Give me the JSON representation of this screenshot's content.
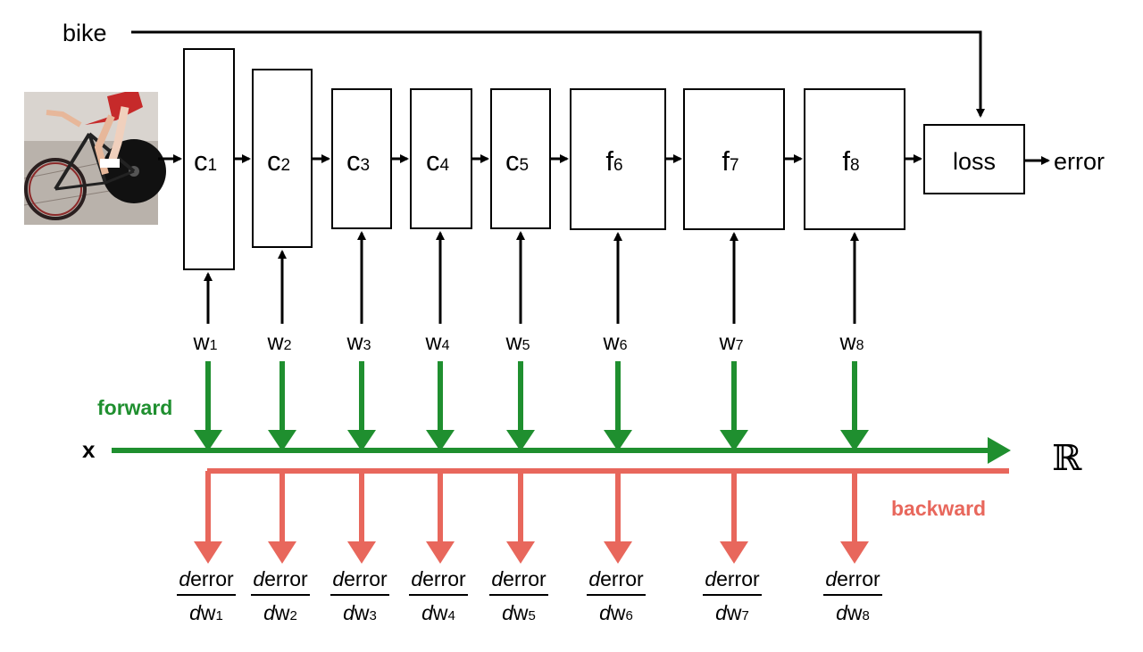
{
  "label_top": "bike",
  "output": "error",
  "colors": {
    "forward": "#1f8f2f",
    "backward": "#e8675c",
    "black": "#000000"
  },
  "layers": [
    {
      "letter": "c",
      "sub": "1"
    },
    {
      "letter": "c",
      "sub": "2"
    },
    {
      "letter": "c",
      "sub": "3"
    },
    {
      "letter": "c",
      "sub": "4"
    },
    {
      "letter": "c",
      "sub": "5"
    },
    {
      "letter": "f",
      "sub": "6"
    },
    {
      "letter": "f",
      "sub": "7"
    },
    {
      "letter": "f",
      "sub": "8"
    }
  ],
  "loss": "loss",
  "weights": [
    {
      "letter": "w",
      "sub": "1"
    },
    {
      "letter": "w",
      "sub": "2"
    },
    {
      "letter": "w",
      "sub": "3"
    },
    {
      "letter": "w",
      "sub": "4"
    },
    {
      "letter": "w",
      "sub": "5"
    },
    {
      "letter": "w",
      "sub": "6"
    },
    {
      "letter": "w",
      "sub": "7"
    },
    {
      "letter": "w",
      "sub": "8"
    }
  ],
  "forward_label": "forward",
  "backward_label": "backward",
  "x_label": "x",
  "reals_label": "ℝ",
  "gradients": [
    {
      "num_d": "d",
      "num_rest": "error",
      "den_d": "d",
      "den_w": "w",
      "sub": "1"
    },
    {
      "num_d": "d",
      "num_rest": "error",
      "den_d": "d",
      "den_w": "w",
      "sub": "2"
    },
    {
      "num_d": "d",
      "num_rest": "error",
      "den_d": "d",
      "den_w": "w",
      "sub": "3"
    },
    {
      "num_d": "d",
      "num_rest": "error",
      "den_d": "d",
      "den_w": "w",
      "sub": "4"
    },
    {
      "num_d": "d",
      "num_rest": "error",
      "den_d": "d",
      "den_w": "w",
      "sub": "5"
    },
    {
      "num_d": "d",
      "num_rest": "error",
      "den_d": "d",
      "den_w": "w",
      "sub": "6"
    },
    {
      "num_d": "d",
      "num_rest": "error",
      "den_d": "d",
      "den_w": "w",
      "sub": "7"
    },
    {
      "num_d": "d",
      "num_rest": "error",
      "den_d": "d",
      "den_w": "w",
      "sub": "8"
    }
  ]
}
